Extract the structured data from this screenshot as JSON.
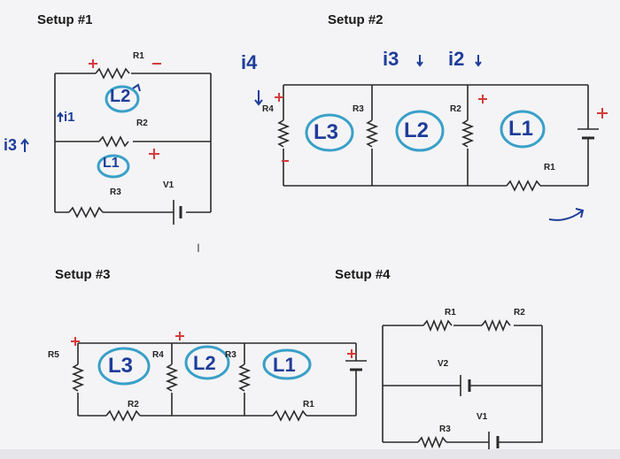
{
  "setups": [
    {
      "title": "Setup #1"
    },
    {
      "title": "Setup #2"
    },
    {
      "title": "Setup #3"
    },
    {
      "title": "Setup #4"
    }
  ],
  "labels": {
    "s1_r1": "R1",
    "s1_r2": "R2",
    "s1_r3": "R3",
    "s1_v1": "V1",
    "s2_r4": "R4",
    "s2_r3": "R3",
    "s2_r2": "R2",
    "s2_r1": "R1",
    "s3_r5": "R5",
    "s3_r4": "R4",
    "s3_r3": "R3",
    "s3_r2": "R2",
    "s3_r1": "R1",
    "s4_r1": "R1",
    "s4_r2": "R2",
    "s4_v2": "V2",
    "s4_v1": "V1",
    "s4_r3": "R3"
  },
  "annotations": {
    "s1_loop2": "L2",
    "s1_loop1": "L1",
    "s1_i3": "i3",
    "s1_i1": "i1",
    "s2_i4": "i4",
    "s2_i3": "i3",
    "s2_i2": "i2",
    "s2_loop3": "L3",
    "s2_loop2": "L2",
    "s2_loop1": "L1",
    "s3_loop3": "L3",
    "s3_loop2": "L2",
    "s3_loop1": "L1",
    "cursor": "I"
  },
  "colors": {
    "wire": "#2a2a2a",
    "ink_blue": "#1e3d9a",
    "ink_cyan": "#3aa0c8",
    "ink_red": "#d23b3b"
  }
}
